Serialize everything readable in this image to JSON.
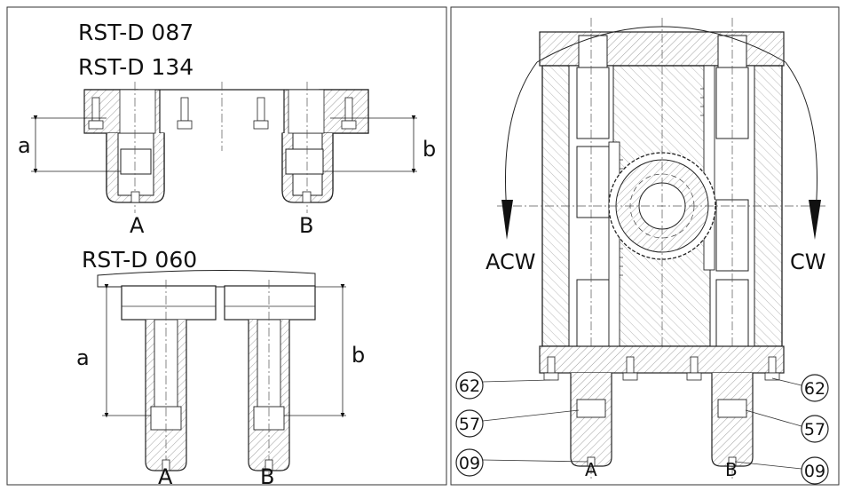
{
  "left_top": {
    "model_1": "RST-D 087",
    "model_2": "RST-D 134",
    "dim_a": "a",
    "dim_b": "b",
    "port_a": "A",
    "port_b": "B"
  },
  "left_bottom": {
    "model": "RST-D 060",
    "dim_a": "a",
    "dim_b": "b",
    "port_a": "A",
    "port_b": "B"
  },
  "right": {
    "rotation_left": "ACW",
    "rotation_right": "CW",
    "callout_62_left": "62",
    "callout_57_left": "57",
    "callout_09_left": "09",
    "callout_62_right": "62",
    "callout_57_right": "57",
    "callout_09_right": "09",
    "port_a": "A",
    "port_b": "B"
  }
}
